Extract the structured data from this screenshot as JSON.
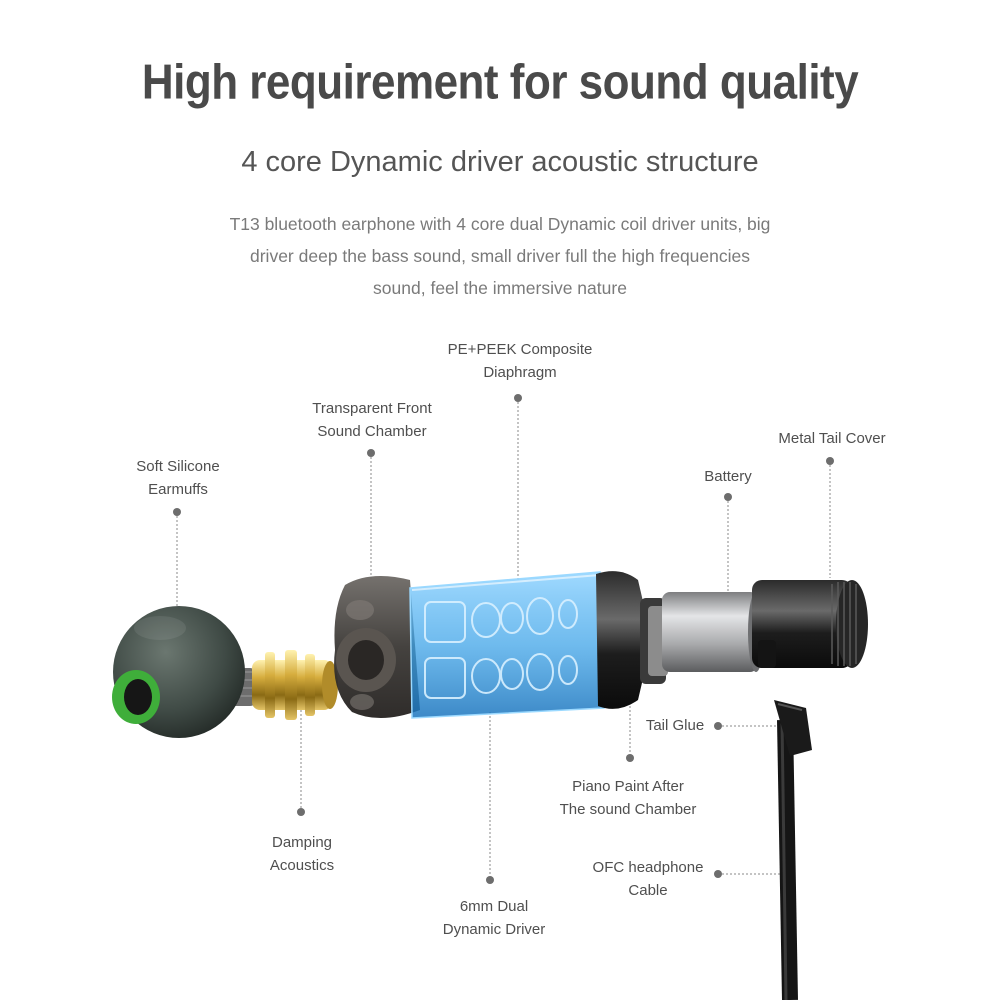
{
  "headline": "High requirement for sound quality",
  "subheadline": "4 core Dynamic driver acoustic structure",
  "description": {
    "line1": "T13 bluetooth earphone with 4 core dual Dynamic coil driver units, big",
    "line2": "driver deep the bass sound, small driver full the high frequencies",
    "line3": "sound, feel the immersive nature"
  },
  "callouts": {
    "diaphragm": {
      "line1": "PE+PEEK Composite",
      "line2": "Diaphragm"
    },
    "front_chamber": {
      "line1": "Transparent Front",
      "line2": "Sound Chamber"
    },
    "earmuffs": {
      "line1": "Soft Silicone",
      "line2": "Earmuffs"
    },
    "battery": {
      "line1": "Battery"
    },
    "tail_cover": {
      "line1": "Metal Tail Cover"
    },
    "tail_glue": {
      "line1": "Tail Glue"
    },
    "piano_paint": {
      "line1": "Piano Paint After",
      "line2": "The sound Chamber"
    },
    "ofc_cable": {
      "line1": "OFC headphone",
      "line2": "Cable"
    },
    "damping": {
      "line1": "Damping",
      "line2": "Acoustics"
    },
    "dual_driver": {
      "line1": "6mm Dual",
      "line2": "Dynamic Driver"
    }
  },
  "colors": {
    "leader_line": "#8a8a8a",
    "leader_dot": "#6d6d6d",
    "earmuff_body": "#3f4a45",
    "earmuff_ring": "#3fae3a",
    "gold": "#c8a236",
    "blue_chamber": "#3fa4e8",
    "battery_silver": "#a9aaac",
    "tail_black": "#1d1d1d"
  }
}
